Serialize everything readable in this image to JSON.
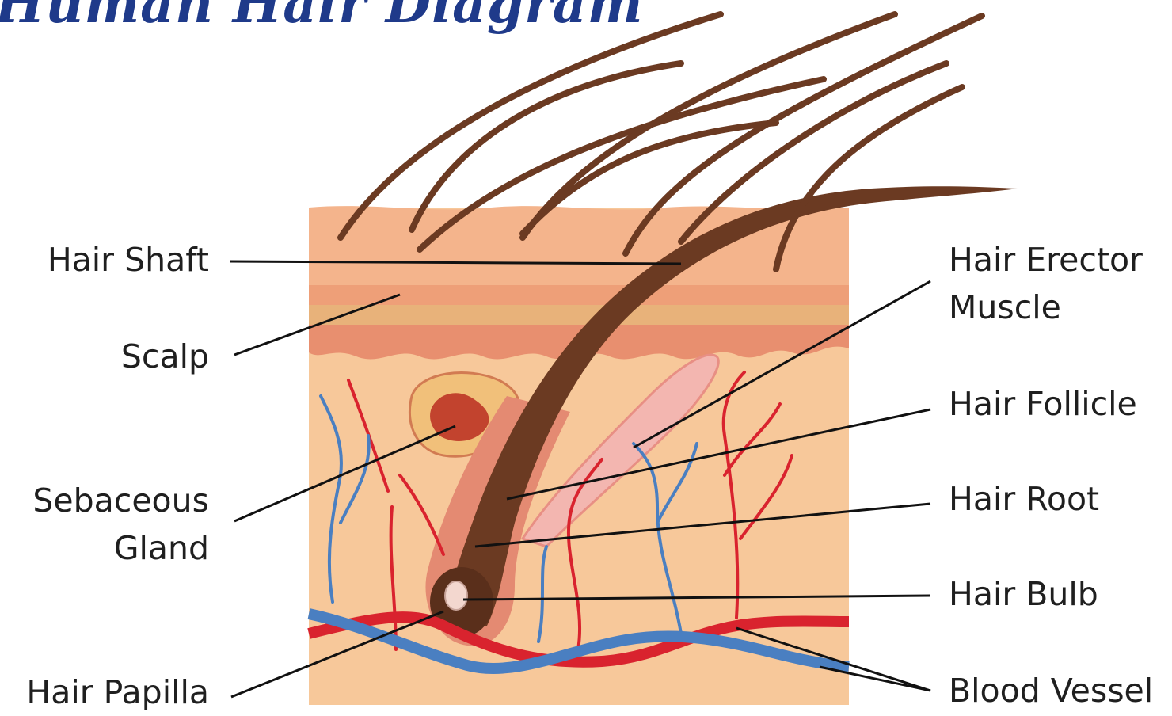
{
  "title": "Human Hair Diagram",
  "labels": {
    "hair_shaft": "Hair Shaft",
    "scalp": "Scalp",
    "sebaceous_gland_line1": "Sebaceous",
    "sebaceous_gland_line2": "Gland",
    "hair_papilla": "Hair Papilla",
    "hair_erector_muscle_line1": "Hair Erector",
    "hair_erector_muscle_line2": "Muscle",
    "hair_follicle": "Hair Follicle",
    "hair_root": "Hair Root",
    "hair_bulb": "Hair Bulb",
    "blood_vessel": "Blood Vessel"
  },
  "colors": {
    "title": "#1f3a8a",
    "skin_base": "#f7c89a",
    "epidermis": "#f2b08a",
    "dermis_band": "#e6a07c",
    "hair": "#6b3a22",
    "artery": "#d9232e",
    "vein": "#4a7fc1",
    "gland": "#c2432e",
    "muscle": "#f3b6b0"
  }
}
